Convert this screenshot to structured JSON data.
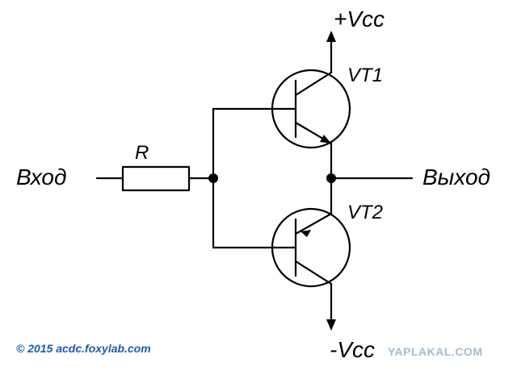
{
  "labels": {
    "vcc_plus": "+Vcc",
    "vcc_minus": "-Vcc",
    "vt1": "VT1",
    "vt2": "VT2",
    "resistor": "R",
    "input": "Вход",
    "output": "Выход"
  },
  "footer": {
    "copyright": "© 2015 acdc.foxylab.com"
  },
  "watermark": "YAPLAKAL.COM",
  "colors": {
    "wire": "#000000",
    "copyright": "#1f5aa6",
    "watermark": "#a9b9c8"
  }
}
